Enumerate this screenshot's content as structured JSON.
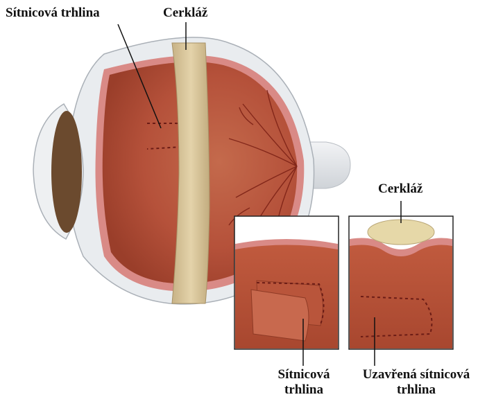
{
  "labels": {
    "retinal_tear_top": "Sítnicová trhlina",
    "buckle_top": "Cerkláž",
    "buckle_inset": "Cerkláž",
    "retinal_tear_bottom": "Sítnicová trhlina",
    "closed_tear_bottom": "Uzavřená sítnicová trhlina"
  },
  "colors": {
    "sclera": "#e9ecef",
    "choroid_pink": "#d98a86",
    "retina_interior": "#b5513a",
    "band": "#d9c69b",
    "dashed_line": "#6b1c16",
    "vessel": "#7a1f14",
    "pupil": "#6b4a2e"
  }
}
